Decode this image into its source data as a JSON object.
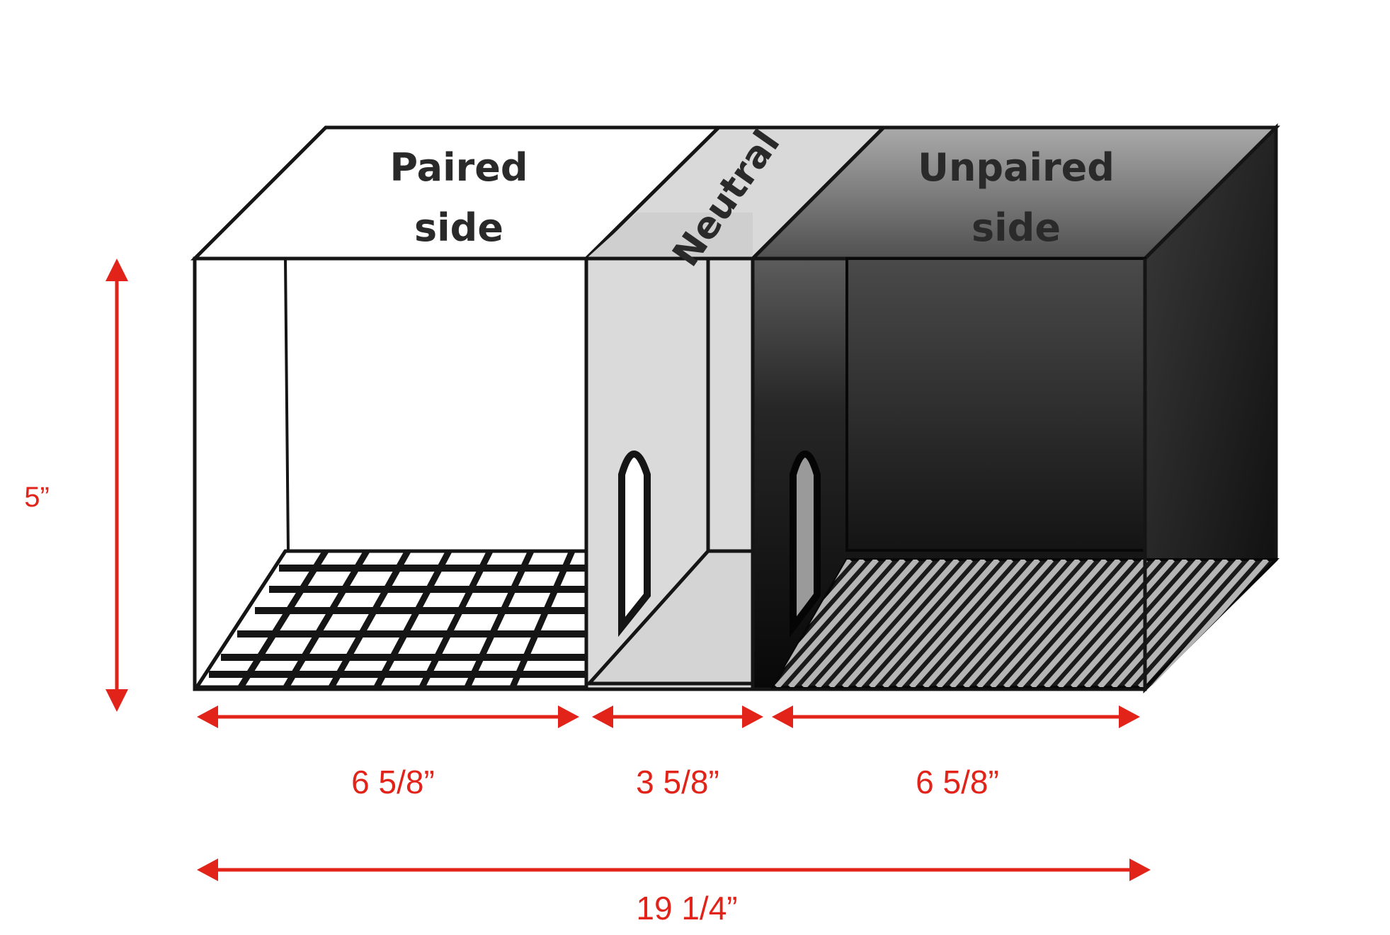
{
  "compartments": {
    "paired": {
      "line1": "Paired",
      "line2": "side"
    },
    "neutral": {
      "label": "Neutral"
    },
    "unpaired": {
      "line1": "Unpaired",
      "line2": "side"
    }
  },
  "dimensions": {
    "height": "5”",
    "paired_width": "6 5/8”",
    "neutral_width": "3 5/8”",
    "unpaired_width": "6 5/8”",
    "total_width": "19 1/4”"
  },
  "colors": {
    "outline": "#151515",
    "dimension": "#e2231a",
    "neutral_fill": "#d9d9d9",
    "unpaired_top": "#9a9a9a",
    "unpaired_bottom": "#101010"
  },
  "floor_patterns": {
    "paired": "grid",
    "unpaired": "diagonal-stripes"
  }
}
